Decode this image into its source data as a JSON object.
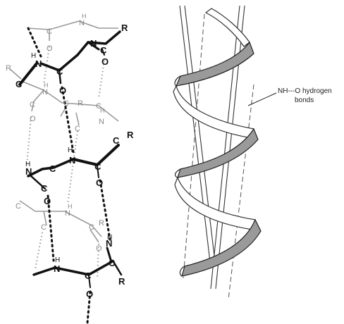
{
  "atoms": {
    "nitrogen": "N",
    "carbon": "C",
    "oxygen": "O",
    "hydrogen": "H",
    "side_chain": "R"
  },
  "annotation": {
    "line1": "NH---O hydrogen",
    "line2": "bonds"
  }
}
